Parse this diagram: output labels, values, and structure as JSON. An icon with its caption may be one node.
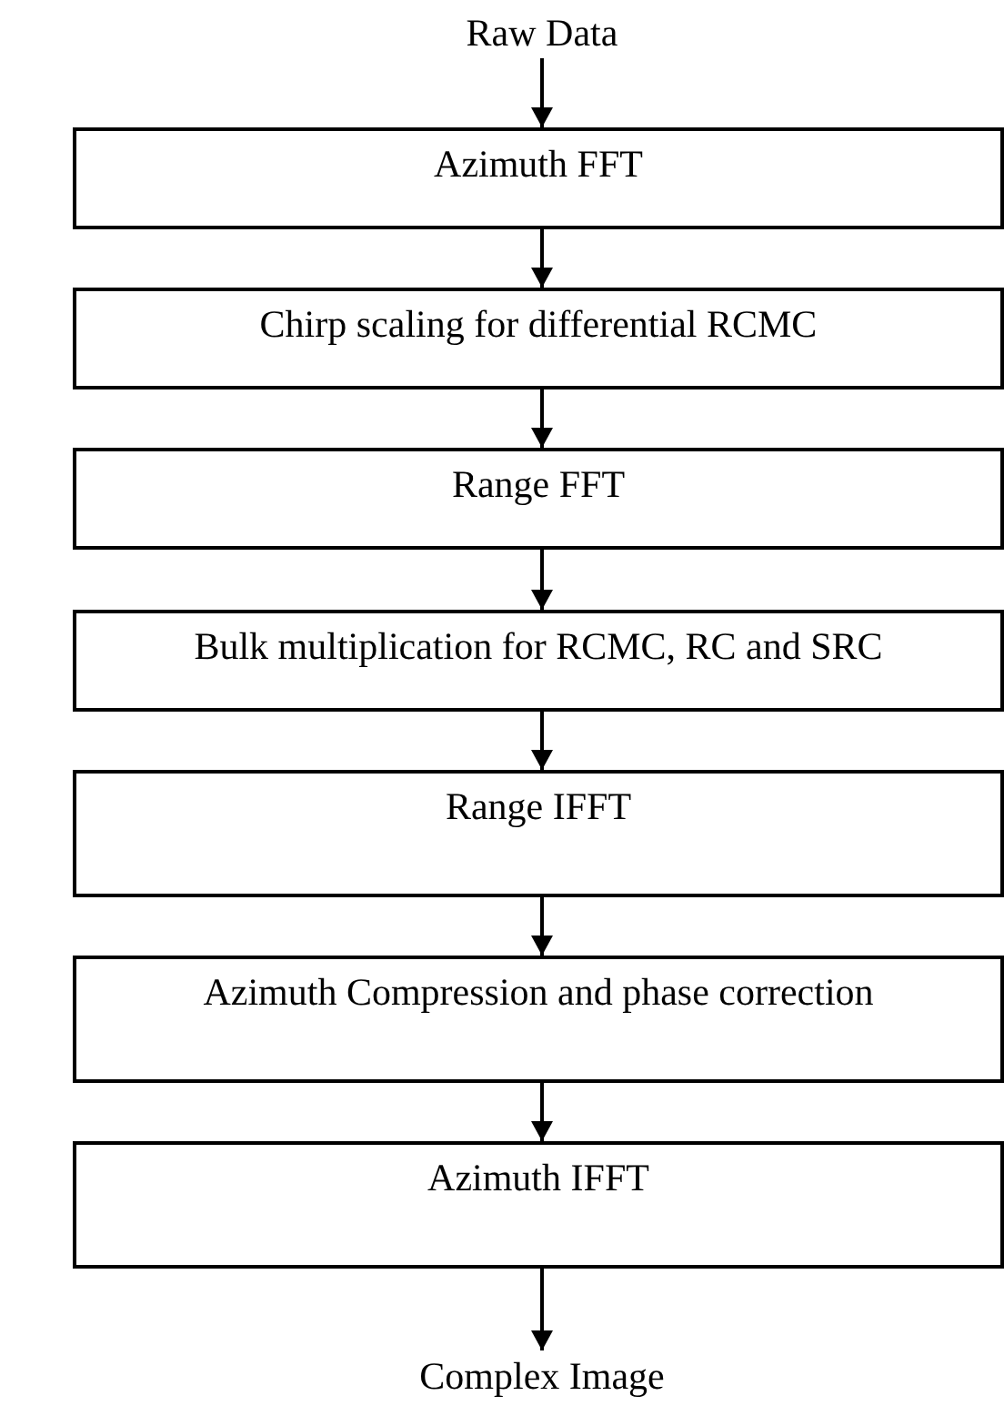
{
  "diagram": {
    "nodes": [
      {
        "text": [
          "Raw Data"
        ]
      },
      {
        "text": [
          "Azimuth FFT"
        ]
      },
      {
        "text": [
          "Chirp scaling for differential RCMC"
        ]
      },
      {
        "text": [
          "Range FFT"
        ]
      },
      {
        "text": [
          "Bulk multiplication for RCMC, RC and SRC"
        ]
      },
      {
        "text": [
          "Range IFFT"
        ]
      },
      {
        "text": [
          "Azimuth Compression and phase correction"
        ]
      },
      {
        "text": [
          "Azimuth IFFT"
        ]
      },
      {
        "text": [
          "Complex Image"
        ]
      }
    ],
    "edges": [
      {
        "from": 0,
        "to": 1,
        "arrow": "to"
      },
      {
        "from": 1,
        "to": 2,
        "arrow": "to"
      },
      {
        "from": 2,
        "to": 3,
        "arrow": "to"
      },
      {
        "from": 3,
        "to": 4,
        "arrow": "to"
      },
      {
        "from": 4,
        "to": 5,
        "arrow": "to"
      },
      {
        "from": 5,
        "to": 6,
        "arrow": "to"
      },
      {
        "from": 6,
        "to": 7,
        "arrow": "to"
      },
      {
        "from": 7,
        "to": 8,
        "arrow": "to"
      }
    ]
  }
}
